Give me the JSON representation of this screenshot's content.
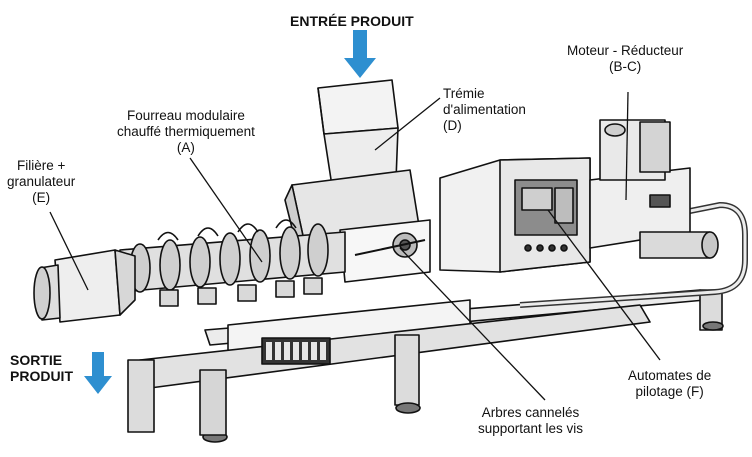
{
  "labels": {
    "entree_produit": "ENTRÉE PRODUIT",
    "sortie_produit": [
      "SORTIE",
      "PRODUIT"
    ],
    "moteur": [
      "Moteur - Réducteur",
      "(B-C)"
    ],
    "tremie": [
      "Trémie",
      "d'alimentation",
      "(D)"
    ],
    "fourreau": [
      "Fourreau modulaire",
      "chauffé thermiquement",
      "(A)"
    ],
    "filiere": [
      "Filière +",
      "granulateur",
      "(E)"
    ],
    "automates": [
      "Automates de",
      "pilotage (F)"
    ],
    "arbres": [
      "Arbres cannelés",
      "supportant les vis"
    ]
  },
  "colors": {
    "arrow": "#2e8fd0",
    "ink": "#111111",
    "machine_fill": "#ececec",
    "machine_dark": "#9a9a9a"
  }
}
